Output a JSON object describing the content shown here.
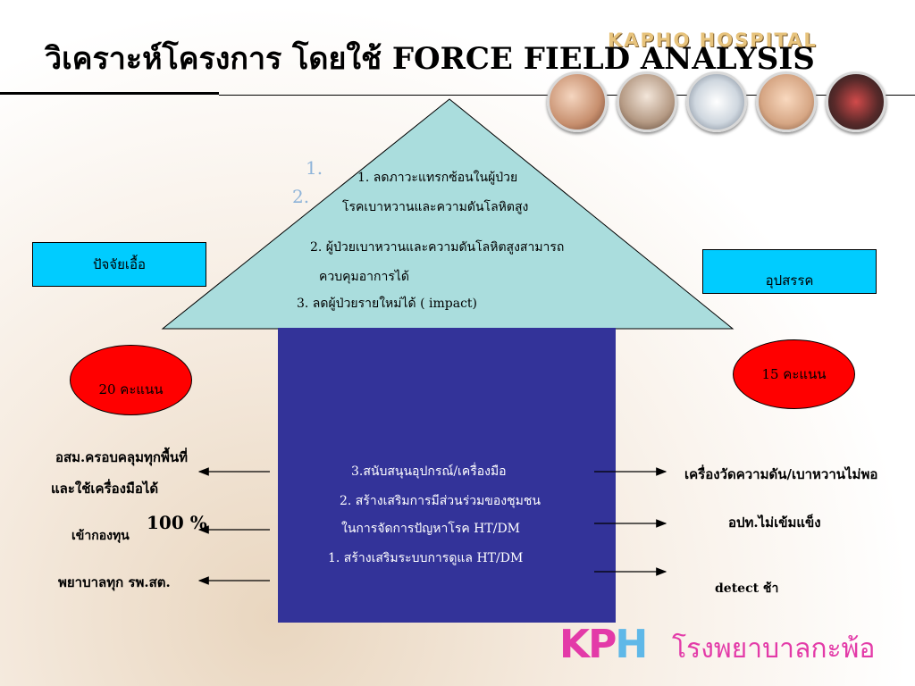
{
  "title": "วิเคราะห์โครงการ โดยใช้ FORCE  FIELD  ANALYSIS",
  "brand_top": "KAPHO HOSPITAL",
  "brand_bottom": {
    "kph_k": "K",
    "kph_p": "P",
    "kph_h": "H",
    "name": "โรงพยาบาลกะพ้อ"
  },
  "roof": {
    "num1": "1.",
    "num2": "2.",
    "goal1_line1": "1. ลดภาวะแทรกซ้อนในผู้ป่วย",
    "goal1_line2": "โรคเบาหวานและความดันโลหิตสูง",
    "goal2_line1": "2. ผู้ป่วยเบาหวานและความดันโลหิตสูงสามารถ",
    "goal2_line2": "ควบคุมอาการได้",
    "goal3": "3. ลดผู้ป่วยรายใหม่ได้ ( impact)"
  },
  "body": {
    "item3": "3.สนับสนุนอุปกรณ์/เครื่องมือ",
    "item2_line1": "2. สร้างเสริมการมีส่วนร่วมของชุมชน",
    "item2_line2": "ในการจัดการปัญหาโรค HT/DM",
    "item1": "1. สร้างเสริมระบบการดูแล HT/DM"
  },
  "left": {
    "header": "ปัจจัยเอื้อ",
    "score": "20 คะแนน",
    "f1_line1": "อสม.ครอบคลุมทุกพื้นที่",
    "f1_line2": "และใช้เครื่องมือได้",
    "f2_text": "เข้ากองทุน",
    "f2_pct": "100 %",
    "f3": "พยาบาลทุก รพ.สต."
  },
  "right": {
    "header": "อุปสรรค",
    "score": "15 คะแนน",
    "o1": "เครื่องวัดความดัน/เบาหวานไม่พอ",
    "o2": "อปท.ไม่เข้มแข็ง",
    "o3": "detect ช้า"
  },
  "colors": {
    "roof": "#aadddd",
    "body": "#333399",
    "side_box": "#00ccff",
    "oval": "#ff0000",
    "kph_pink": "#e33aa8",
    "kph_blue": "#5fb8e8"
  },
  "icons": [
    "baby-feet-icon",
    "doctor-patient-icon",
    "stethoscope-icon",
    "baby-icon",
    "hands-heart-icon"
  ]
}
